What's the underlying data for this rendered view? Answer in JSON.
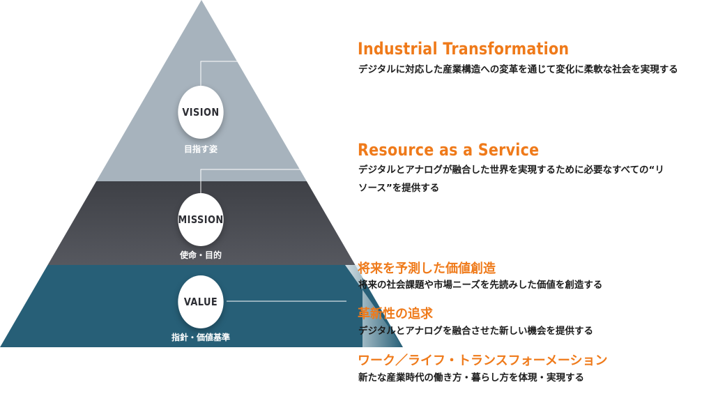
{
  "diagram": {
    "tiers": [
      {
        "key": "vision",
        "label": "VISION",
        "sublabel": "目指す姿",
        "color": "#a7b3bd"
      },
      {
        "key": "mission",
        "label": "MISSION",
        "sublabel": "使命・目的",
        "color": "#4b4d54"
      },
      {
        "key": "value",
        "label": "VALUE",
        "sublabel": "指針・価値基準",
        "color": "#275f77"
      }
    ],
    "items": [
      {
        "title": "Industrial Transformation",
        "description": [
          "デジタルに対応した産業構造への変革を通じて変化に柔軟な社会を実現する"
        ]
      },
      {
        "title": "Resource as a Service",
        "description": [
          "デジタルとアナログが融合した世界を実現するために必要なすべての“リ",
          "ソース”を提供する"
        ]
      },
      {
        "title": "将来を予測した価値創造",
        "description": [
          "将来の社会課題や市場ニーズを先読みした価値を創造する"
        ]
      },
      {
        "title": "革新性の追求",
        "description": [
          "デジタルとアナログを融合させた新しい機会を提供する"
        ]
      },
      {
        "title": "ワーク／ライフ・トランスフォーメーション",
        "description": [
          "新たな産業時代の働き方・暮らし方を体現・実現する"
        ]
      }
    ]
  },
  "colors": {
    "accent": "#ef7a1a",
    "text": "#1c1c1c",
    "connector": "#ffffff",
    "value_fade": "#dde6ea"
  }
}
